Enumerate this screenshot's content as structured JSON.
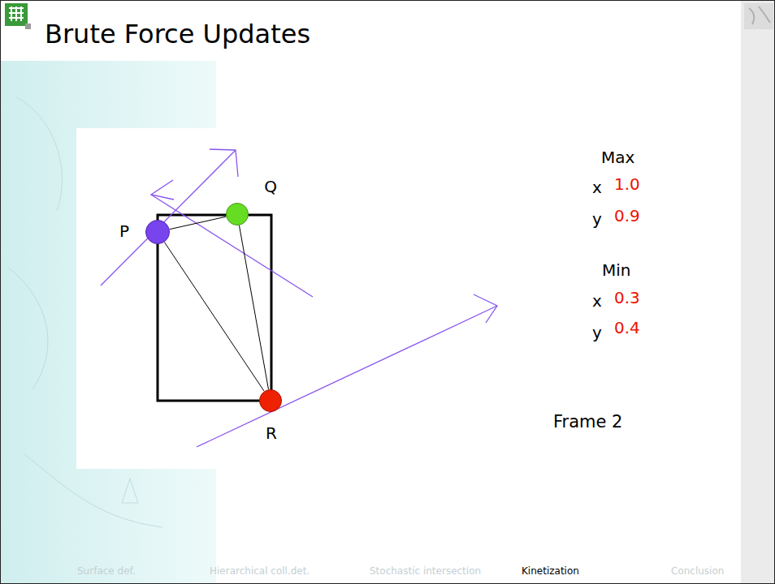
{
  "diagram": {
    "title": "Brute Force Updates",
    "nodes": [
      {
        "text": [
          "P"
        ]
      },
      {
        "text": [
          "Q"
        ]
      },
      {
        "text": [
          "R"
        ]
      }
    ],
    "edges": [
      {
        "from": 0,
        "to": 1,
        "arrow": "none"
      },
      {
        "from": 0,
        "to": 2,
        "arrow": "none"
      },
      {
        "from": 1,
        "to": 2,
        "arrow": "none"
      }
    ],
    "labels": [
      "Max",
      "x",
      "1.0",
      "y",
      "0.9",
      "Min",
      "x",
      "0.3",
      "y",
      "0.4",
      "Frame 2",
      "Surface def.",
      "Hierarchical coll.det.",
      "Stochastic intersection",
      "Kinetization",
      "Conclusion"
    ]
  }
}
